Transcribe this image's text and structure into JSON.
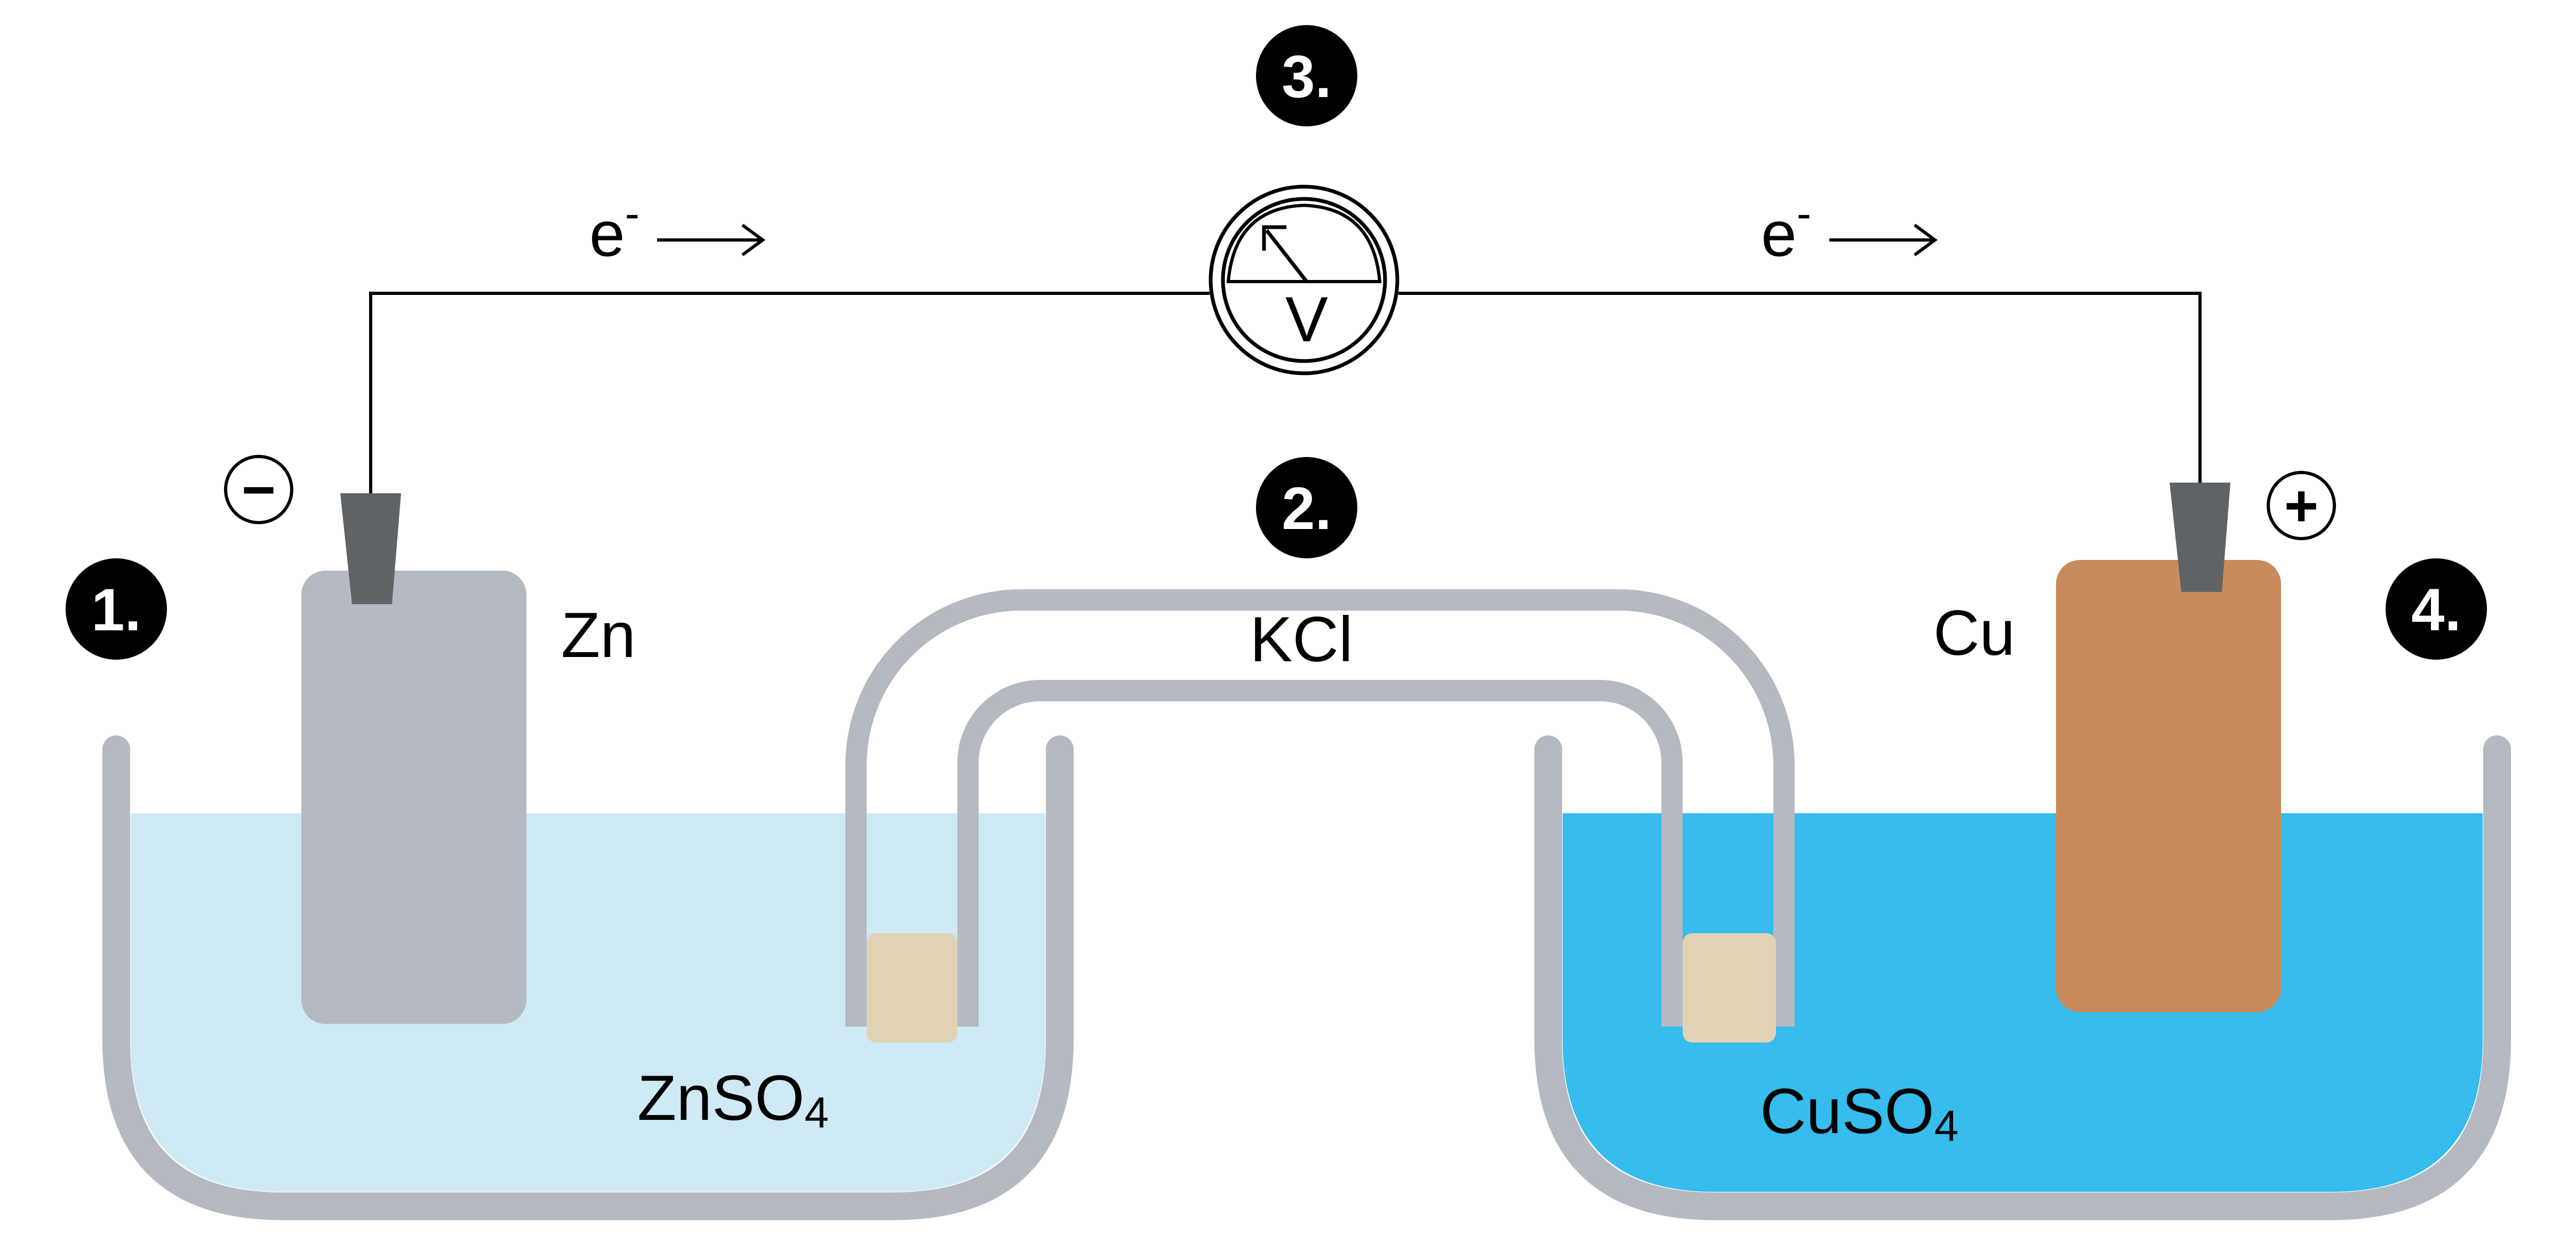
{
  "colors": {
    "zinc_solution": "#cfe9f5",
    "copper_solution": "#36bced",
    "beaker": "#b5b9c1",
    "zinc_electrode": "#b5b9c1",
    "copper_electrode": "#c98b5c",
    "clip": "#5f6366",
    "plug": "#e1d2b5",
    "wire": "#000000",
    "badge": "#000000"
  },
  "badges": [
    "1.",
    "2.",
    "3.",
    "4."
  ],
  "electrodes": {
    "anode": {
      "label": "Zn",
      "sign": "−"
    },
    "cathode": {
      "label": "Cu",
      "sign": "+"
    }
  },
  "solutions": {
    "left": {
      "formula": "ZnSO",
      "subscript": "4"
    },
    "right": {
      "formula": "CuSO",
      "subscript": "4"
    }
  },
  "salt_bridge": {
    "label": "KCl"
  },
  "voltmeter": {
    "label": "V",
    "icon": "voltmeter-icon"
  },
  "electron_flow": {
    "left": {
      "symbol": "e",
      "superscript": "-",
      "icon": "arrow-right-icon"
    },
    "right": {
      "symbol": "e",
      "superscript": "-",
      "icon": "arrow-right-icon"
    }
  }
}
